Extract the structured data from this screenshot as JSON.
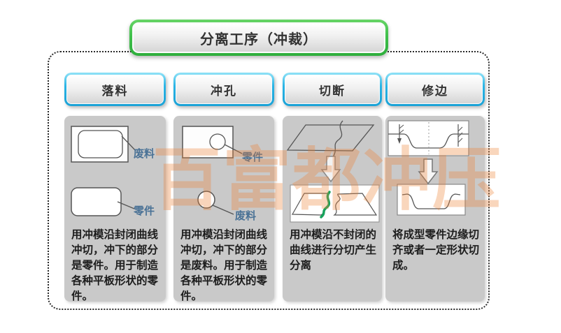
{
  "title": "分离工序（冲裁）",
  "watermark": "百富都冲压",
  "columns": [
    {
      "header": "落料",
      "labels": {
        "top": "废料",
        "bottom": "零件"
      },
      "description": "用冲模沿封闭曲线冲切，冲下的部分是零件。用于制造各种平板形状的零件。"
    },
    {
      "header": "冲孔",
      "labels": {
        "top": "零件",
        "bottom": "废料"
      },
      "description": "用冲模沿封闭曲线冲切，冲下的部分是废料。用于制造各种平板形状的零件。"
    },
    {
      "header": "切断",
      "description": "用冲模沿不封闭的曲线进行分切产生分离"
    },
    {
      "header": "修边",
      "description": "将成型零件边缘切齐或者一定形状切成。"
    }
  ],
  "colors": {
    "title_border_green": "#3fc04b",
    "header_border_cyan": "#2ab4e5",
    "card_background": "#c9c9c9",
    "callout_label_blue": "#4a7296",
    "cut_highlight_green": "#18a35c",
    "watermark_orange": "#ef8133"
  }
}
